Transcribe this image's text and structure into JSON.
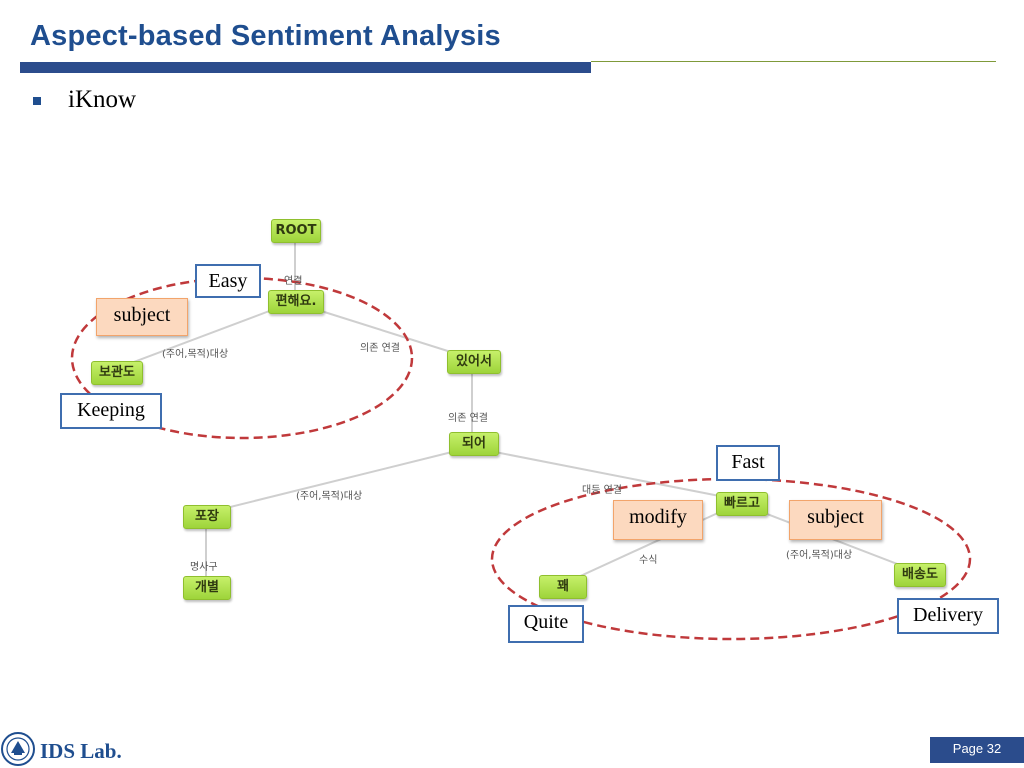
{
  "slide": {
    "title": "Aspect-based Sentiment Analysis",
    "bullet": "iKnow"
  },
  "diagram": {
    "nodes": {
      "root": "ROOT",
      "easy_word": "편해요.",
      "keeping_word": "보관도",
      "exist_word": "있어서",
      "become_word": "되어",
      "package_word": "포장",
      "individual_word": "개별",
      "fast_word": "빠르고",
      "quite_word": "꽤",
      "delivery_word": "배송도"
    },
    "edge_labels": {
      "root_edge": "연결",
      "subject_object_1": "(주어,목적)대상",
      "meaning_link_1": "의존 연결",
      "meaning_link_2": "의존 연결",
      "subject_object_2": "(주어,목적)대상",
      "parallel_link": "대등 연결",
      "adverb": "명사구",
      "modifier": "수식",
      "subject_object_3": "(주어,목적)대상"
    },
    "annotations": {
      "easy": "Easy",
      "subject_left": "subject",
      "keeping": "Keeping",
      "fast": "Fast",
      "modify": "modify",
      "subject_right": "subject",
      "quite": "Quite",
      "delivery": "Delivery"
    }
  },
  "footer": {
    "lab": "IDS Lab.",
    "page": "Page 32"
  },
  "colors": {
    "title": "#1F4E8F",
    "accent_bar": "#2B4C8C",
    "node_green": "#B8E655",
    "ellipse_red": "#C0393B",
    "annotation_border": "#3F6EAF",
    "annotation_orange": "#FCD9BF"
  }
}
